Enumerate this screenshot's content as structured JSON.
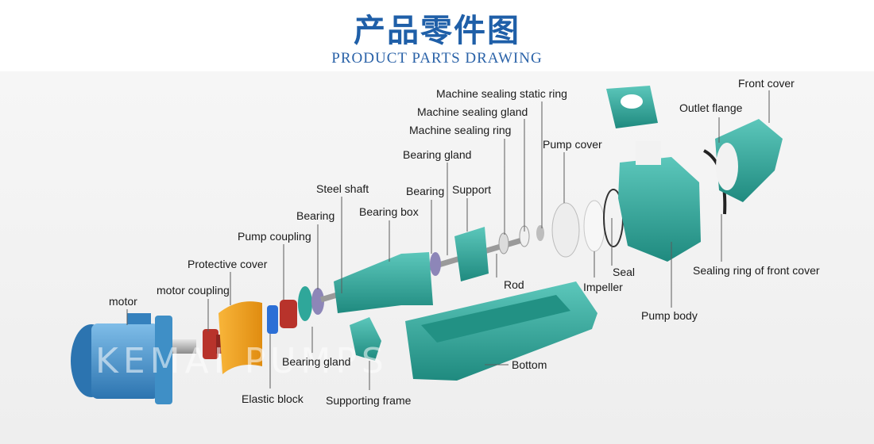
{
  "header": {
    "title_cn": "产品零件图",
    "title_en": "PRODUCT PARTS DRAWING"
  },
  "watermark": "KEMAI PUMPS",
  "labels": {
    "machine_sealing_static_ring": "Machine sealing static ring",
    "machine_sealing_gland": "Machine sealing gland",
    "machine_sealing_ring": "Machine sealing ring",
    "bearing_gland_top": "Bearing gland",
    "steel_shaft": "Steel shaft",
    "bearing_top": "Bearing",
    "support": "Support",
    "bearing_box": "Bearing box",
    "bearing_left": "Bearing",
    "pump_coupling": "Pump coupling",
    "protective_cover": "Protective cover",
    "motor_coupling": "motor coupling",
    "motor": "motor",
    "pump_cover": "Pump cover",
    "front_cover": "Front cover",
    "outlet_flange": "Outlet flange",
    "seal": "Seal",
    "impeller": "Impeller",
    "rod": "Rod",
    "sealing_ring_front_cover": "Sealing ring of front cover",
    "pump_body": "Pump body",
    "bottom": "Bottom",
    "bearing_gland_bottom": "Bearing gland",
    "elastic_block": "Elastic block",
    "supporting_frame": "Supporting frame"
  },
  "colors": {
    "title": "#1f5fa8",
    "part_teal": "#2fa79a",
    "motor_blue": "#3f8fc6",
    "cover_orange": "#f2a11b",
    "coupling_red": "#b8332b",
    "elastic_blue": "#2c6fd6",
    "ptfe_white": "#f4f4f4"
  }
}
